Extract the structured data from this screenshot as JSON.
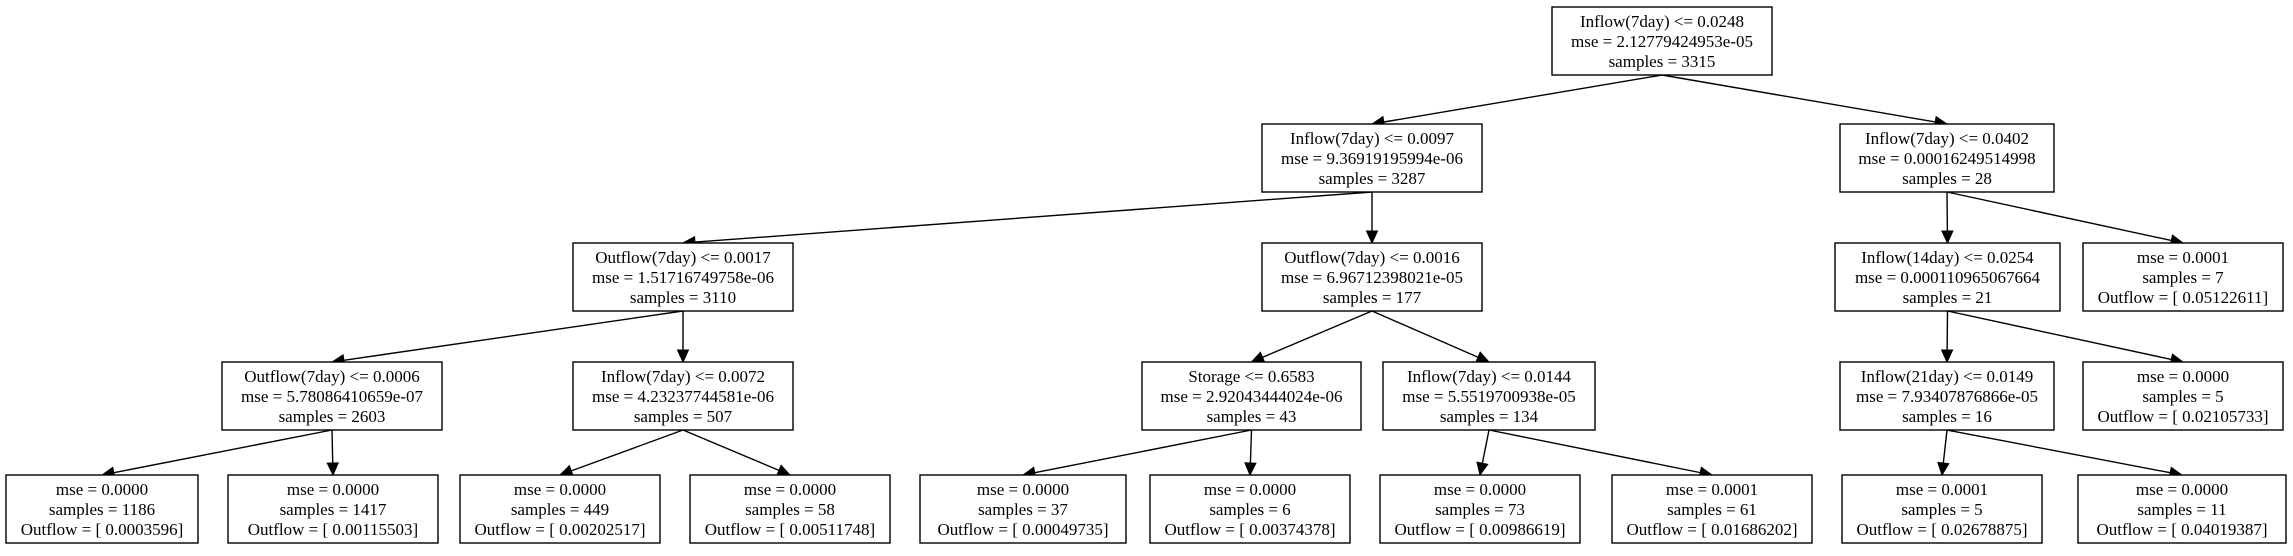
{
  "tree": {
    "nodes": [
      {
        "id": "n0",
        "lines": [
          "Inflow(7day) <= 0.0248",
          "mse = 2.12779424953e-05",
          "samples = 3315"
        ]
      },
      {
        "id": "n1",
        "lines": [
          "Inflow(7day) <= 0.0097",
          "mse = 9.36919195994e-06",
          "samples = 3287"
        ]
      },
      {
        "id": "n2",
        "lines": [
          "Inflow(7day) <= 0.0402",
          "mse = 0.00016249514998",
          "samples = 28"
        ]
      },
      {
        "id": "n3",
        "lines": [
          "Outflow(7day) <= 0.0017",
          "mse = 1.51716749758e-06",
          "samples = 3110"
        ]
      },
      {
        "id": "n4",
        "lines": [
          "Outflow(7day) <= 0.0016",
          "mse = 6.96712398021e-05",
          "samples = 177"
        ]
      },
      {
        "id": "n5",
        "lines": [
          "Inflow(14day) <= 0.0254",
          "mse = 0.000110965067664",
          "samples = 21"
        ]
      },
      {
        "id": "n6",
        "lines": [
          "mse = 0.0001",
          "samples = 7",
          "Outflow = [ 0.05122611]"
        ]
      },
      {
        "id": "n7",
        "lines": [
          "Outflow(7day) <= 0.0006",
          "mse = 5.78086410659e-07",
          "samples = 2603"
        ]
      },
      {
        "id": "n8",
        "lines": [
          "Inflow(7day) <= 0.0072",
          "mse = 4.23237744581e-06",
          "samples = 507"
        ]
      },
      {
        "id": "n9",
        "lines": [
          "Storage <= 0.6583",
          "mse = 2.92043444024e-06",
          "samples = 43"
        ]
      },
      {
        "id": "n10",
        "lines": [
          "Inflow(7day) <= 0.0144",
          "mse = 5.5519700938e-05",
          "samples = 134"
        ]
      },
      {
        "id": "n11",
        "lines": [
          "Inflow(21day) <= 0.0149",
          "mse = 7.93407876866e-05",
          "samples = 16"
        ]
      },
      {
        "id": "n12",
        "lines": [
          "mse = 0.0000",
          "samples = 5",
          "Outflow = [ 0.02105733]"
        ]
      },
      {
        "id": "n13",
        "lines": [
          "mse = 0.0000",
          "samples = 1186",
          "Outflow = [ 0.0003596]"
        ]
      },
      {
        "id": "n14",
        "lines": [
          "mse = 0.0000",
          "samples = 1417",
          "Outflow = [ 0.00115503]"
        ]
      },
      {
        "id": "n15",
        "lines": [
          "mse = 0.0000",
          "samples = 449",
          "Outflow = [ 0.00202517]"
        ]
      },
      {
        "id": "n16",
        "lines": [
          "mse = 0.0000",
          "samples = 58",
          "Outflow = [ 0.00511748]"
        ]
      },
      {
        "id": "n17",
        "lines": [
          "mse = 0.0000",
          "samples = 37",
          "Outflow = [ 0.00049735]"
        ]
      },
      {
        "id": "n18",
        "lines": [
          "mse = 0.0000",
          "samples = 6",
          "Outflow = [ 0.00374378]"
        ]
      },
      {
        "id": "n19",
        "lines": [
          "mse = 0.0000",
          "samples = 73",
          "Outflow = [ 0.00986619]"
        ]
      },
      {
        "id": "n20",
        "lines": [
          "mse = 0.0001",
          "samples = 61",
          "Outflow = [ 0.01686202]"
        ]
      },
      {
        "id": "n21",
        "lines": [
          "mse = 0.0001",
          "samples = 5",
          "Outflow = [ 0.02678875]"
        ]
      },
      {
        "id": "n22",
        "lines": [
          "mse = 0.0000",
          "samples = 11",
          "Outflow = [ 0.04019387]"
        ]
      }
    ],
    "edges": [
      {
        "from": "n0",
        "to": "n1"
      },
      {
        "from": "n0",
        "to": "n2"
      },
      {
        "from": "n1",
        "to": "n3"
      },
      {
        "from": "n1",
        "to": "n4"
      },
      {
        "from": "n2",
        "to": "n5"
      },
      {
        "from": "n2",
        "to": "n6"
      },
      {
        "from": "n3",
        "to": "n7"
      },
      {
        "from": "n3",
        "to": "n8"
      },
      {
        "from": "n4",
        "to": "n9"
      },
      {
        "from": "n4",
        "to": "n10"
      },
      {
        "from": "n5",
        "to": "n11"
      },
      {
        "from": "n5",
        "to": "n12"
      },
      {
        "from": "n7",
        "to": "n13"
      },
      {
        "from": "n7",
        "to": "n14"
      },
      {
        "from": "n8",
        "to": "n15"
      },
      {
        "from": "n8",
        "to": "n16"
      },
      {
        "from": "n9",
        "to": "n17"
      },
      {
        "from": "n9",
        "to": "n18"
      },
      {
        "from": "n10",
        "to": "n19"
      },
      {
        "from": "n10",
        "to": "n20"
      },
      {
        "from": "n11",
        "to": "n21"
      },
      {
        "from": "n11",
        "to": "n22"
      }
    ]
  }
}
